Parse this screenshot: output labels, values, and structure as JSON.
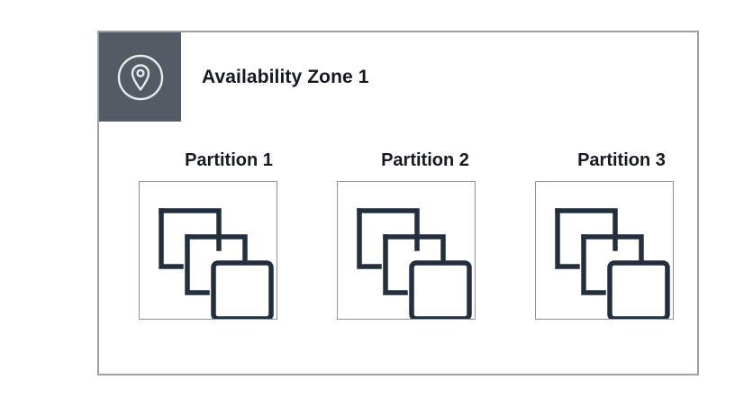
{
  "diagram": {
    "type": "architecture-diagram",
    "background_color": "#ffffff",
    "zone": {
      "title": "Availability Zone 1",
      "badge_icon": "location-pin-icon",
      "badge_color": "#545b64",
      "frame_border_color": "#9ba0a6",
      "title_color": "#16191f"
    },
    "partitions": [
      {
        "label": "Partition 1",
        "icon": "instances-stack-icon",
        "instance_count": 3,
        "box_border_color": "#8d939c",
        "icon_color": "#232f3e"
      },
      {
        "label": "Partition 2",
        "icon": "instances-stack-icon",
        "instance_count": 3,
        "box_border_color": "#8d939c",
        "icon_color": "#232f3e"
      },
      {
        "label": "Partition 3",
        "icon": "instances-stack-icon",
        "instance_count": 3,
        "box_border_color": "#8d939c",
        "icon_color": "#232f3e"
      }
    ]
  }
}
